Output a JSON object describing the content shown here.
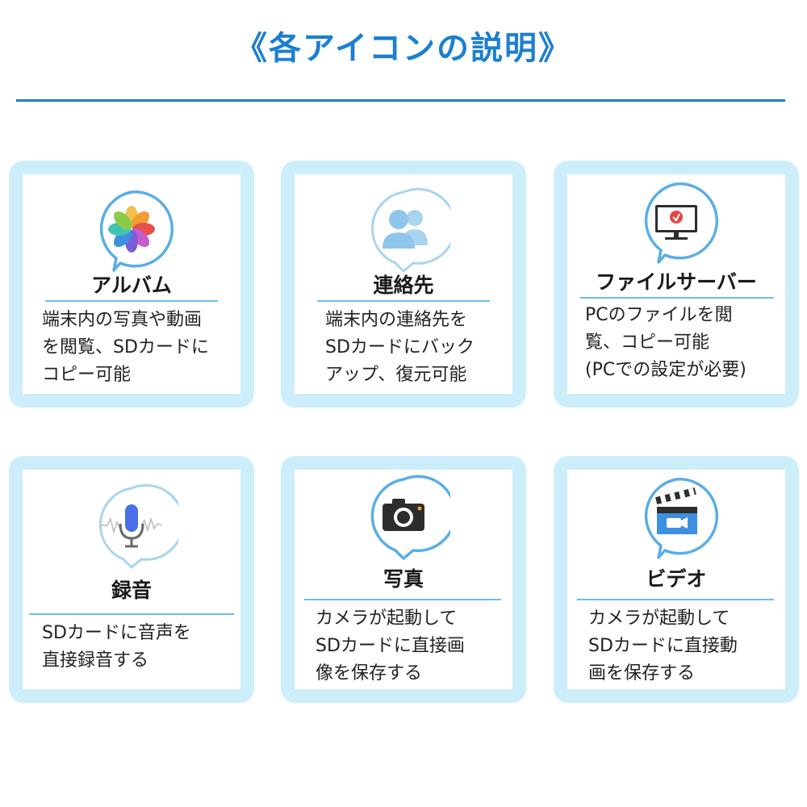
{
  "header": {
    "title": "《各アイコンの説明》"
  },
  "cards": [
    {
      "title": "アルバム",
      "icon": "photos-flower-icon",
      "lines": [
        "端末内の写真や動画",
        "を閲覧、SDカードに",
        "コピー可能"
      ]
    },
    {
      "title": "連絡先",
      "icon": "contacts-people-icon",
      "lines": [
        "端末内の連絡先を",
        "SDカードにバック",
        "アップ、復元可能"
      ]
    },
    {
      "title": "ファイルサーバー",
      "icon": "monitor-icon",
      "lines": [
        "PCのファイルを閲",
        "覧、コピー可能",
        "(PCでの設定が必要)"
      ]
    },
    {
      "title": "録音",
      "icon": "microphone-icon",
      "lines": [
        "SDカードに音声を",
        "直接録音する"
      ]
    },
    {
      "title": "写真",
      "icon": "camera-icon",
      "lines": [
        "カメラが起動して",
        "SDカードに直接画",
        "像を保存する"
      ]
    },
    {
      "title": "ビデオ",
      "icon": "clapperboard-icon",
      "lines": [
        "カメラが起動して",
        "SDカードに直接動",
        "画を保存する"
      ]
    }
  ],
  "colors": {
    "accent": "#1c7fd0",
    "card_border": "#cceefb",
    "bubble_ring": "#5aaee5"
  }
}
